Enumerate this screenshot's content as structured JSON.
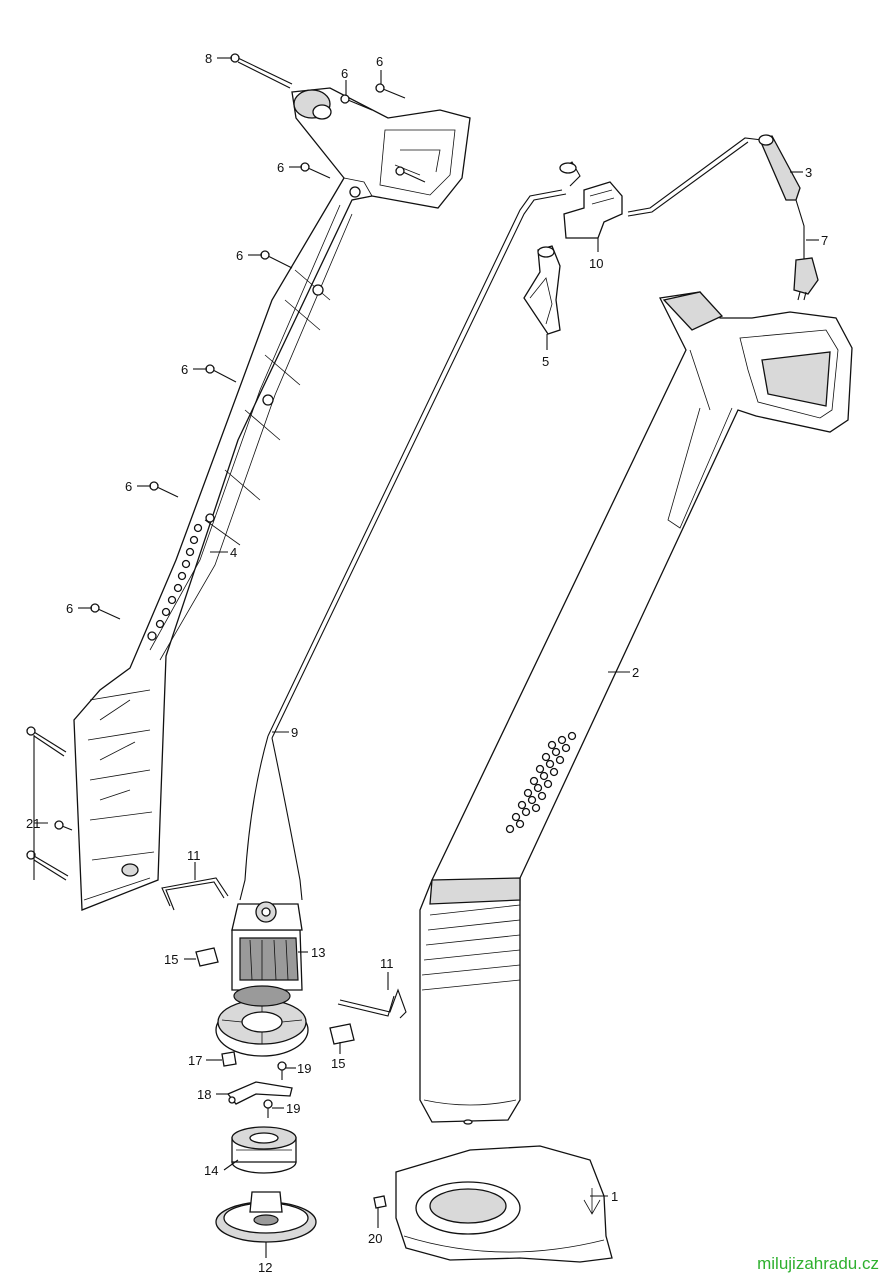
{
  "callouts": [
    {
      "id": "c8",
      "label": "8"
    },
    {
      "id": "c6a",
      "label": "6"
    },
    {
      "id": "c6b",
      "label": "6"
    },
    {
      "id": "c6c",
      "label": "6"
    },
    {
      "id": "c6d",
      "label": "6"
    },
    {
      "id": "c6e",
      "label": "6"
    },
    {
      "id": "c6f",
      "label": "6"
    },
    {
      "id": "c6g",
      "label": "6"
    },
    {
      "id": "c3",
      "label": "3"
    },
    {
      "id": "c7",
      "label": "7"
    },
    {
      "id": "c10",
      "label": "10"
    },
    {
      "id": "c5",
      "label": "5"
    },
    {
      "id": "c4",
      "label": "4"
    },
    {
      "id": "c2",
      "label": "2"
    },
    {
      "id": "c9",
      "label": "9"
    },
    {
      "id": "c21",
      "label": "21"
    },
    {
      "id": "c11a",
      "label": "11"
    },
    {
      "id": "c11b",
      "label": "11"
    },
    {
      "id": "c13",
      "label": "13"
    },
    {
      "id": "c15a",
      "label": "15"
    },
    {
      "id": "c15b",
      "label": "15"
    },
    {
      "id": "c17",
      "label": "17"
    },
    {
      "id": "c19a",
      "label": "19"
    },
    {
      "id": "c18",
      "label": "18"
    },
    {
      "id": "c19b",
      "label": "19"
    },
    {
      "id": "c14",
      "label": "14"
    },
    {
      "id": "c1",
      "label": "1"
    },
    {
      "id": "c20",
      "label": "20"
    },
    {
      "id": "c12",
      "label": "12"
    }
  ],
  "watermark": "milujizahradu.cz"
}
